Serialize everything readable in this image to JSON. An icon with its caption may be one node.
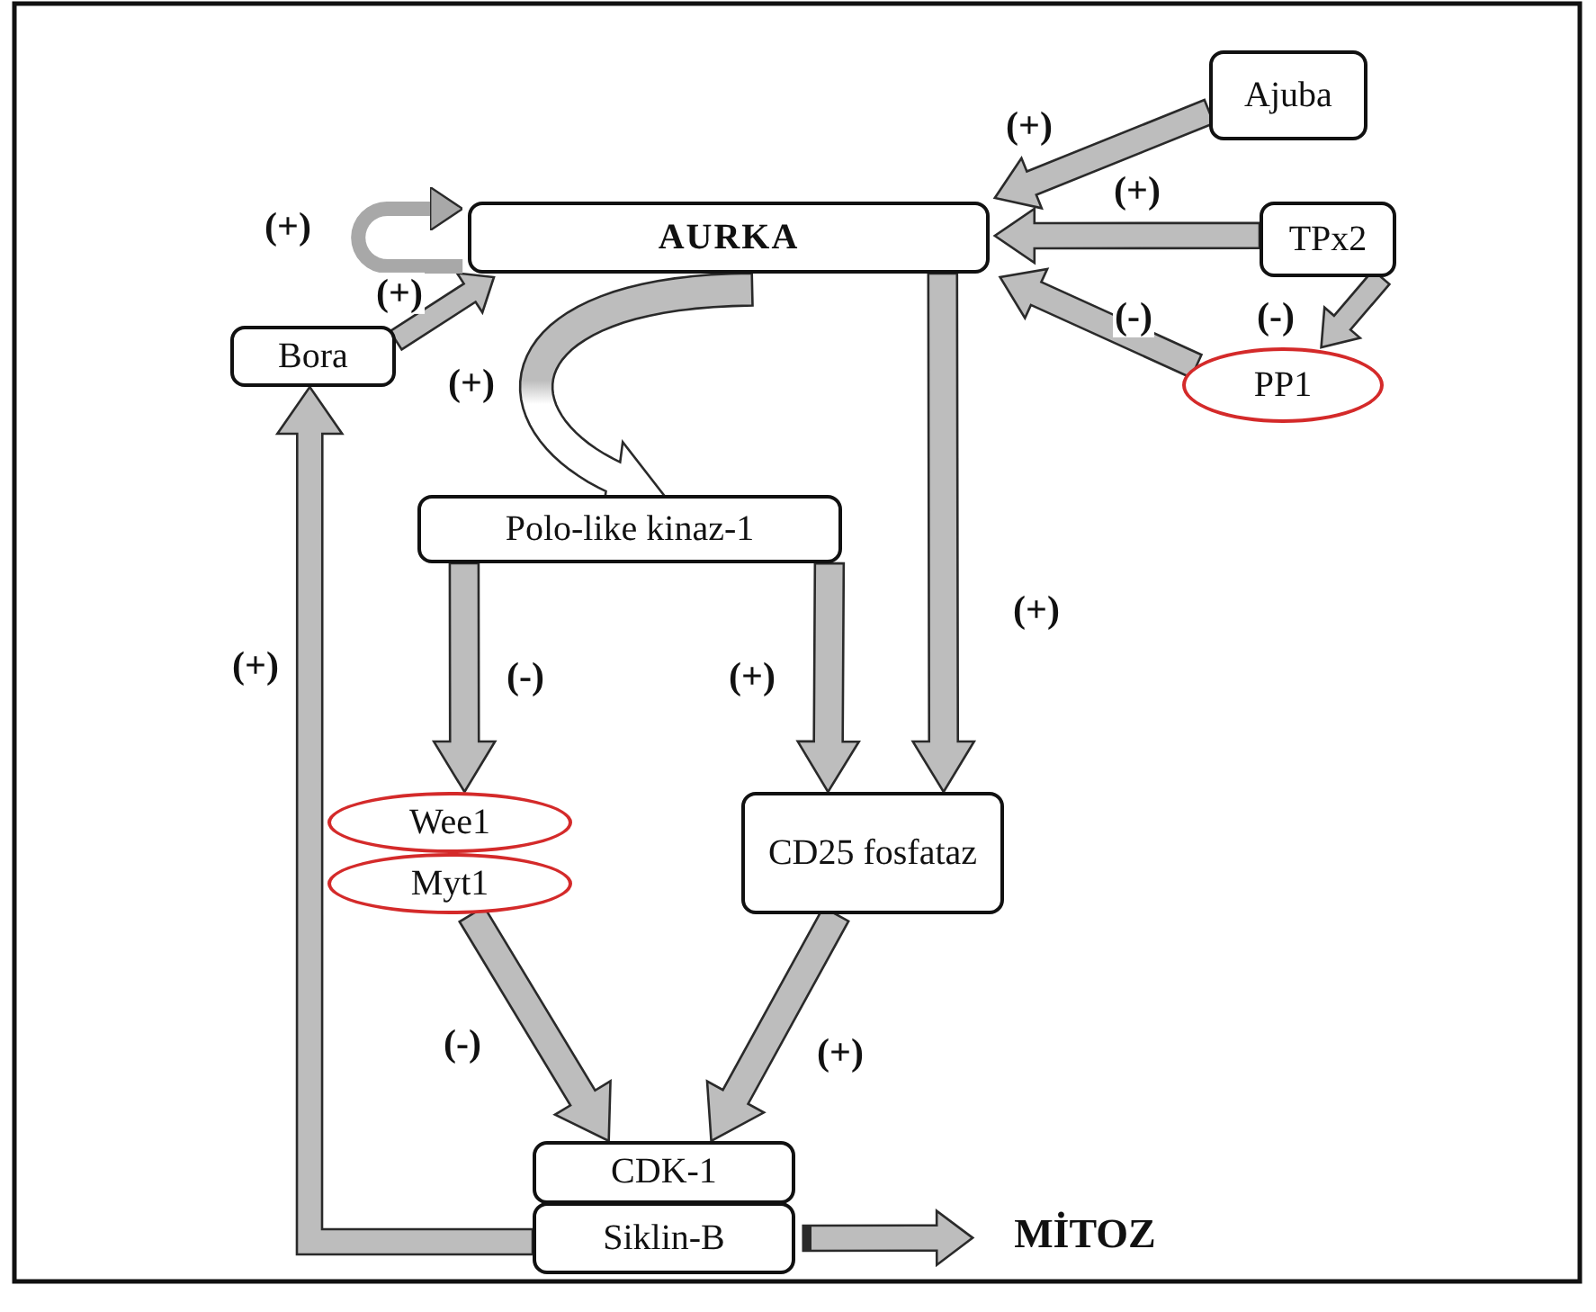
{
  "diagram": {
    "nodes": [
      {
        "text": [
          "AURKA"
        ]
      },
      {
        "text": [
          "Ajuba"
        ]
      },
      {
        "text": [
          "TPx2"
        ]
      },
      {
        "text": [
          "PP1"
        ]
      },
      {
        "text": [
          "Bora"
        ]
      },
      {
        "text": [
          "Polo-like kinaz-1"
        ]
      },
      {
        "text": [
          "Wee1"
        ]
      },
      {
        "text": [
          "Myt1"
        ]
      },
      {
        "text": [
          "CD25 fosfataz"
        ]
      },
      {
        "text": [
          "CDK-1"
        ]
      },
      {
        "text": [
          "Siklin-B"
        ]
      },
      {
        "text": [
          "MİTOZ"
        ]
      }
    ],
    "edges": [
      {
        "from": 1,
        "to": 0,
        "arrow": "to",
        "label": "(+)"
      },
      {
        "from": 2,
        "to": 0,
        "arrow": "to",
        "label": "(+)"
      },
      {
        "from": 2,
        "to": 3,
        "arrow": "to",
        "label": "(-)"
      },
      {
        "from": 3,
        "to": 0,
        "arrow": "to",
        "label": "(-)"
      },
      {
        "from": 4,
        "to": 0,
        "arrow": "to",
        "label": "(+)"
      },
      {
        "from": 0,
        "to": 0,
        "arrow": "to",
        "label": "(+)"
      },
      {
        "from": 0,
        "to": 5,
        "arrow": "to",
        "label": "(+)"
      },
      {
        "from": 0,
        "to": 8,
        "arrow": "to",
        "label": "(+)"
      },
      {
        "from": 5,
        "to": 8,
        "arrow": "to",
        "label": "(+)"
      },
      {
        "from": 5,
        "to": 6,
        "arrow": "to",
        "label": "(-)"
      },
      {
        "from": 7,
        "to": 9,
        "arrow": "to",
        "label": "(-)"
      },
      {
        "from": 8,
        "to": 9,
        "arrow": "to",
        "label": "(+)"
      },
      {
        "from": 10,
        "to": 4,
        "arrow": "to",
        "label": "(+)"
      },
      {
        "from": 10,
        "to": 11,
        "arrow": "to"
      }
    ]
  }
}
